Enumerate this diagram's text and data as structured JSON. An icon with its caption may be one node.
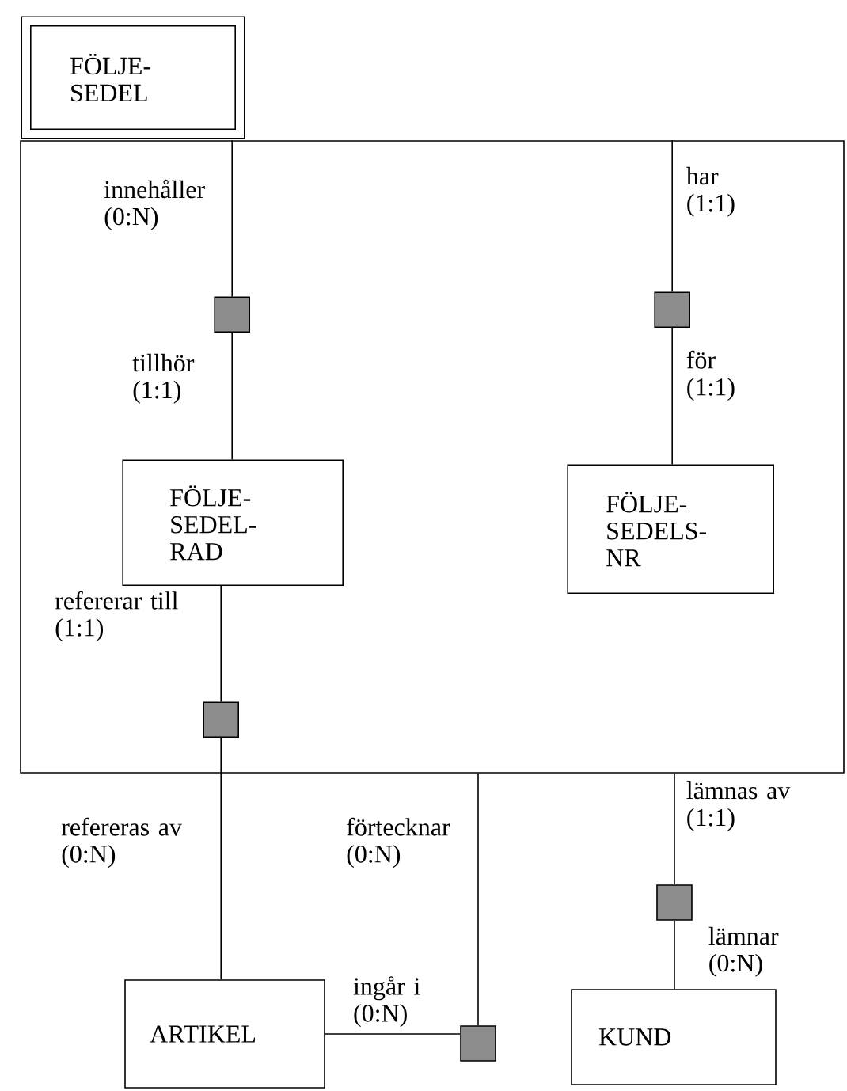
{
  "diagram": {
    "nodes": [
      {
        "text": [
          "FÖLJE- SEDEL"
        ]
      },
      {
        "text": [],
        "shape": "box"
      },
      {
        "text": [],
        "shape": "box",
        "in": 1
      },
      {
        "text": [],
        "shape": "box",
        "in": 1
      },
      {
        "text": [
          "FÖLJE- SEDEL- RAD"
        ],
        "in": 1
      },
      {
        "text": [
          "FÖLJE- SEDELS- NR"
        ],
        "in": 1
      },
      {
        "text": [],
        "shape": "box",
        "in": 1
      },
      {
        "text": [],
        "shape": "box"
      },
      {
        "text": [],
        "shape": "box"
      },
      {
        "text": [
          "ARTIKEL"
        ]
      },
      {
        "text": [
          "KUND"
        ]
      }
    ],
    "edges": [
      {
        "from": 1,
        "to": 2,
        "arrow": "none",
        "label": "innehåller (0:N)"
      },
      {
        "from": 2,
        "to": 4,
        "arrow": "none",
        "label": "tillhör (1:1)"
      },
      {
        "from": 1,
        "to": 3,
        "arrow": "none",
        "label": "har (1:1)"
      },
      {
        "from": 3,
        "to": 5,
        "arrow": "none",
        "label": "för (1:1)"
      },
      {
        "from": 4,
        "to": 6,
        "arrow": "none",
        "label": "refererar till (1:1)"
      },
      {
        "from": 6,
        "to": 9,
        "arrow": "none",
        "label": "refereras av (0:N)"
      },
      {
        "from": 1,
        "to": 7,
        "arrow": "none",
        "label": "förtecknar (0:N)"
      },
      {
        "from": 9,
        "to": 7,
        "arrow": "none",
        "label": "ingår i (0:N)"
      },
      {
        "from": 1,
        "to": 8,
        "arrow": "none",
        "label": "lämnas av (1:1)"
      },
      {
        "from": 8,
        "to": 10,
        "arrow": "none",
        "label": "lämnar (0:N)"
      }
    ]
  }
}
